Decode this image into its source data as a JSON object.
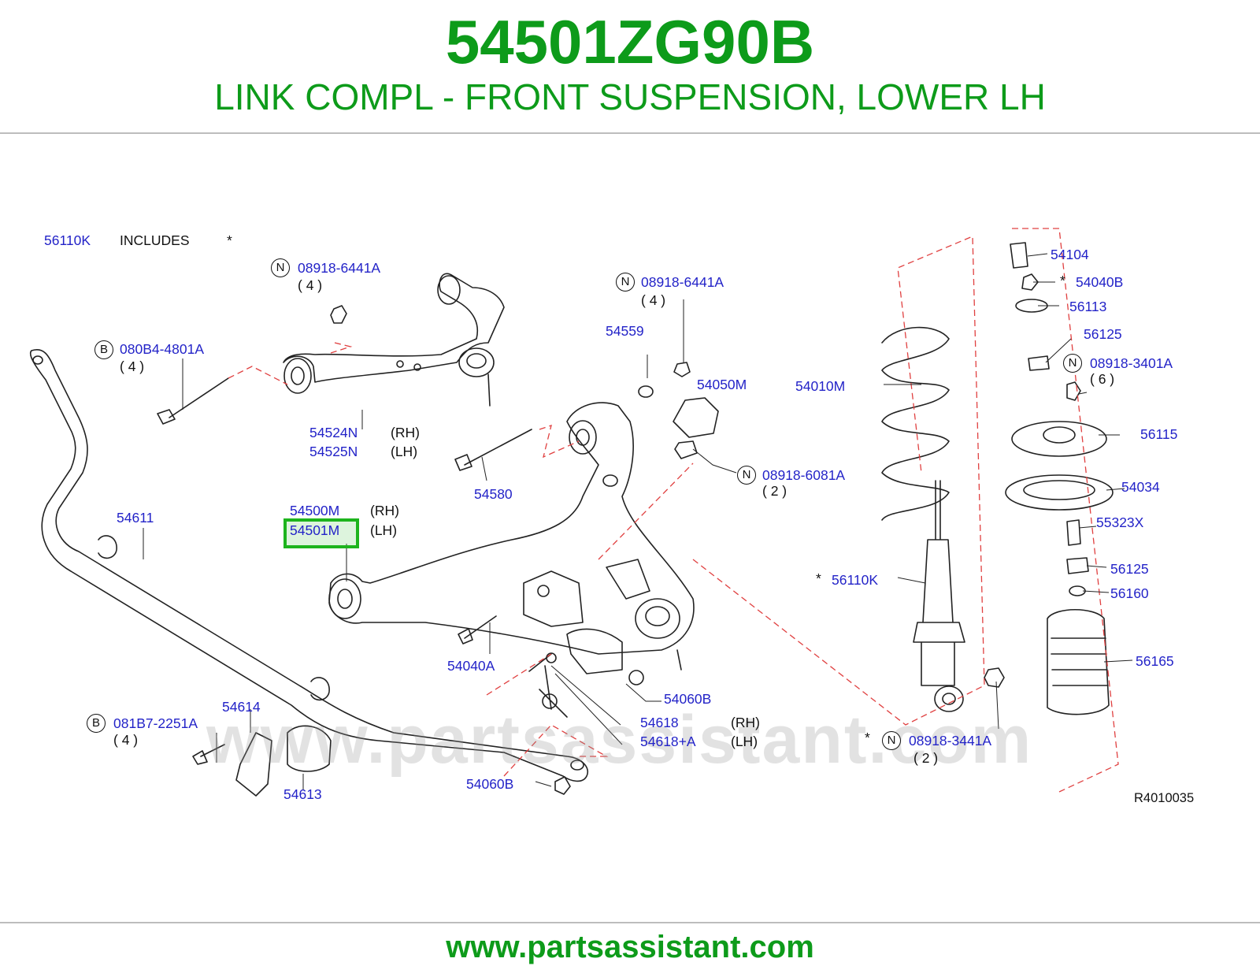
{
  "header": {
    "part_number": "54501ZG90B",
    "description": "LINK COMPL - FRONT SUSPENSION, LOWER LH"
  },
  "footer": {
    "url": "www.partsassistant.com"
  },
  "watermark": "www.partsassistant.com",
  "diagram_code": "R4010035",
  "highlight_color": "#1db41d",
  "title_color": "#0d9b1a",
  "label_color": "#2323c8",
  "callouts": {
    "c56110k": "56110K",
    "includes": "INCLUDES",
    "star_top": "*",
    "n1": "N",
    "c08918_6441a_1": "08918-6441A",
    "q4_1": "( 4 )",
    "b1": "B",
    "c080b4_4801a": "080B4-4801A",
    "q4_2": "( 4 )",
    "c54524n": "54524N",
    "rh1": "(RH)",
    "c54525n": "54525N",
    "lh1": "(LH)",
    "n2": "N",
    "c08918_6441a_2": "08918-6441A",
    "q4_3": "( 4 )",
    "c54559": "54559",
    "c54050m": "54050M",
    "c54580": "54580",
    "n3": "N",
    "c08918_6081a": "08918-6081A",
    "q2_1": "( 2 )",
    "c54500m": "54500M",
    "rh2": "(RH)",
    "c54501m": "54501M",
    "lh2": "(LH)",
    "c54611": "54611",
    "c54040a": "54040A",
    "c54060b_1": "54060B",
    "c54618": "54618",
    "rh3": "(RH)",
    "c54618a": "54618+A",
    "lh3": "(LH)",
    "b2": "B",
    "c081b7_2251a": "081B7-2251A",
    "q4_4": "( 4 )",
    "c54614": "54614",
    "c54613": "54613",
    "c54060b_2": "54060B",
    "c54010m": "54010M",
    "star_56110k": "*",
    "c56110k_2": "56110K",
    "star_n4": "*",
    "n4": "N",
    "c08918_3441a": "08918-3441A",
    "q2_2": "( 2 )",
    "c54104": "54104",
    "star_54040b": "*",
    "c54040b": "54040B",
    "c56113": "56113",
    "c56125_1": "56125",
    "n5": "N",
    "c08918_3401a": "08918-3401A",
    "q6": "( 6 )",
    "c56115": "56115",
    "c54034": "54034",
    "c55323x": "55323X",
    "c56125_2": "56125",
    "c56160": "56160",
    "c56165": "56165"
  }
}
